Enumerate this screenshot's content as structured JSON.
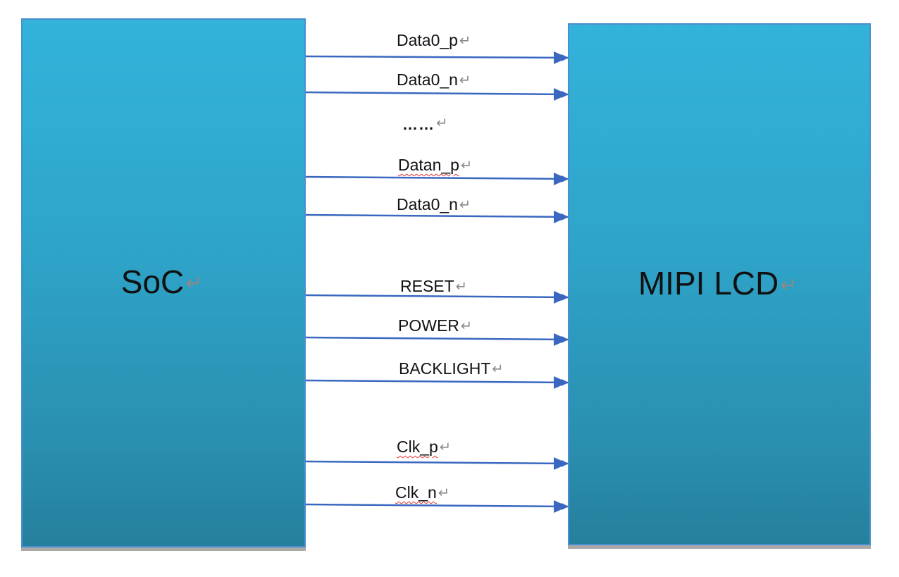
{
  "diagram": {
    "left_block": {
      "label": "SoC"
    },
    "right_block": {
      "label": "MIPI LCD"
    },
    "ellipsis": "……",
    "paragraph_mark": "↵",
    "colors": {
      "block_fill_top": "#33b3da",
      "block_fill_bottom": "#25809d",
      "block_border": "#4a8fd0",
      "arrow": "#3a68c0",
      "spellcheck_underline": "#e03030"
    },
    "signals": [
      {
        "label": "Data0_p",
        "spellcheck": false
      },
      {
        "label": "Data0_n",
        "spellcheck": false
      },
      {
        "label": "Datan_p",
        "spellcheck": true
      },
      {
        "label": "Data0_n",
        "spellcheck": false
      },
      {
        "label": "RESET",
        "spellcheck": false
      },
      {
        "label": "POWER",
        "spellcheck": false
      },
      {
        "label": "BACKLIGHT",
        "spellcheck": false
      },
      {
        "label": "Clk_p",
        "spellcheck": true
      },
      {
        "label": "Clk_n",
        "spellcheck": true
      }
    ]
  }
}
